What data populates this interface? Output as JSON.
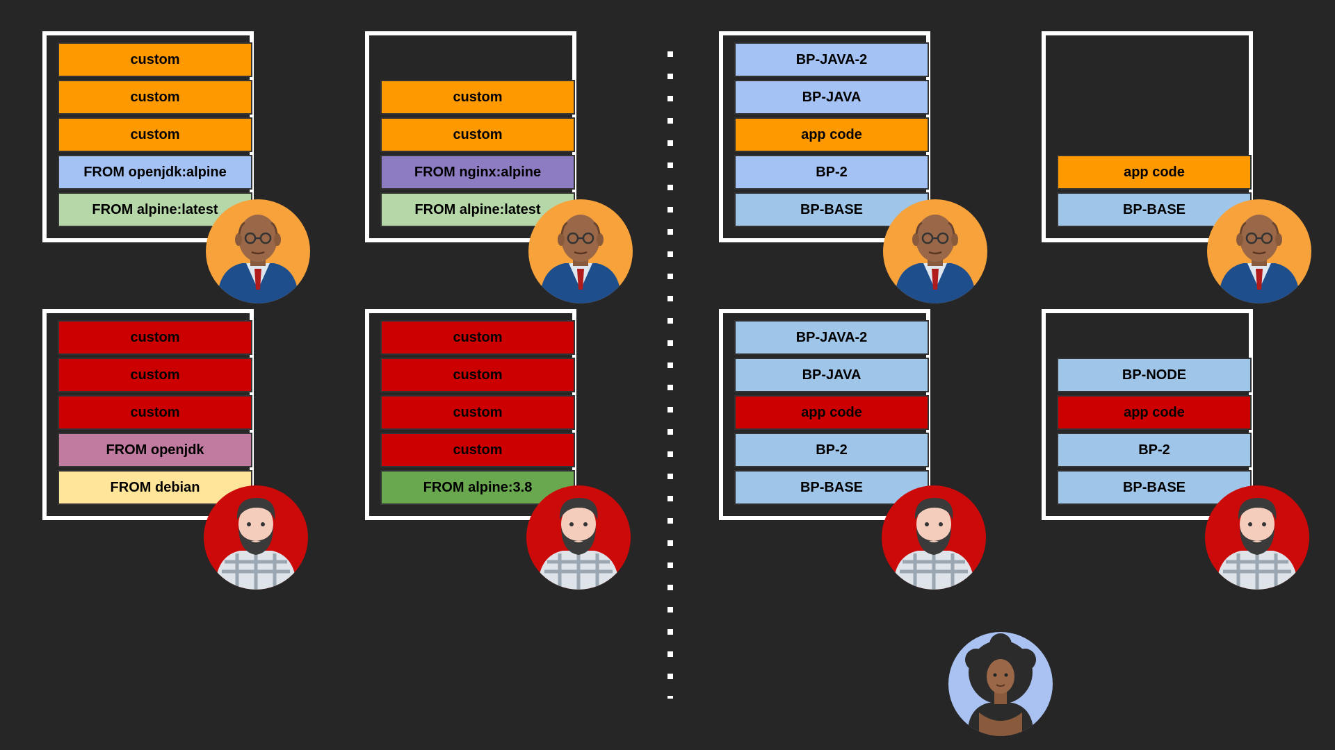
{
  "colors": {
    "background": "#262626",
    "frame": "#ffffff",
    "custom_orange": "#ff9900",
    "custom_red": "#cc0000",
    "buildpack_blue": "#a4c2f4",
    "buildpack_steel": "#9fc5e8",
    "openjdk_alpine_blue": "#a4c2f4",
    "alpine_green": "#b6d7a8",
    "nginx_purple": "#8e7cc3",
    "openjdk_pink": "#c27ba0",
    "debian_yellow": "#ffe599",
    "alpine38_green": "#6aa84f",
    "avatar_orange": "#f7a23b",
    "avatar_red": "#cc0a0a",
    "avatar_blue": "#a9c2f2"
  },
  "frames": [
    {
      "id": "f1",
      "layers": [
        {
          "label": "custom",
          "color": "#ff9900"
        },
        {
          "label": "custom",
          "color": "#ff9900"
        },
        {
          "label": "custom",
          "color": "#ff9900"
        },
        {
          "label": "FROM openjdk:alpine",
          "color": "#a4c2f4"
        },
        {
          "label": "FROM alpine:latest",
          "color": "#b6d7a8"
        }
      ]
    },
    {
      "id": "f2",
      "layers": [
        {
          "label": "custom",
          "color": "#ff9900"
        },
        {
          "label": "custom",
          "color": "#ff9900"
        },
        {
          "label": "FROM nginx:alpine",
          "color": "#8e7cc3"
        },
        {
          "label": "FROM alpine:latest",
          "color": "#b6d7a8"
        }
      ]
    },
    {
      "id": "f3",
      "layers": [
        {
          "label": "BP-JAVA-2",
          "color": "#a4c2f4"
        },
        {
          "label": "BP-JAVA",
          "color": "#a4c2f4"
        },
        {
          "label": "app code",
          "color": "#ff9900"
        },
        {
          "label": "BP-2",
          "color": "#a4c2f4"
        },
        {
          "label": "BP-BASE",
          "color": "#9fc5e8"
        }
      ]
    },
    {
      "id": "f4",
      "layers": [
        {
          "label": "app code",
          "color": "#ff9900"
        },
        {
          "label": "BP-BASE",
          "color": "#9fc5e8"
        }
      ]
    },
    {
      "id": "f5",
      "layers": [
        {
          "label": "custom",
          "color": "#cc0000"
        },
        {
          "label": "custom",
          "color": "#cc0000"
        },
        {
          "label": "custom",
          "color": "#cc0000"
        },
        {
          "label": "FROM openjdk",
          "color": "#c27ba0"
        },
        {
          "label": "FROM debian",
          "color": "#ffe599"
        }
      ]
    },
    {
      "id": "f6",
      "layers": [
        {
          "label": "custom",
          "color": "#cc0000"
        },
        {
          "label": "custom",
          "color": "#cc0000"
        },
        {
          "label": "custom",
          "color": "#cc0000"
        },
        {
          "label": "custom",
          "color": "#cc0000"
        },
        {
          "label": "FROM alpine:3.8",
          "color": "#6aa84f"
        }
      ]
    },
    {
      "id": "f7",
      "layers": [
        {
          "label": "BP-JAVA-2",
          "color": "#9fc5e8"
        },
        {
          "label": "BP-JAVA",
          "color": "#9fc5e8"
        },
        {
          "label": "app code",
          "color": "#cc0000"
        },
        {
          "label": "BP-2",
          "color": "#9fc5e8"
        },
        {
          "label": "BP-BASE",
          "color": "#9fc5e8"
        }
      ]
    },
    {
      "id": "f8",
      "layers": [
        {
          "label": "BP-NODE",
          "color": "#9fc5e8"
        },
        {
          "label": "app code",
          "color": "#cc0000"
        },
        {
          "label": "BP-2",
          "color": "#9fc5e8"
        },
        {
          "label": "BP-BASE",
          "color": "#9fc5e8"
        }
      ]
    }
  ],
  "avatars": [
    {
      "id": "a1",
      "icon": "bald-man-glasses-icon"
    },
    {
      "id": "a2",
      "icon": "bald-man-glasses-icon"
    },
    {
      "id": "a3",
      "icon": "bald-man-glasses-icon"
    },
    {
      "id": "a4",
      "icon": "bald-man-glasses-icon"
    },
    {
      "id": "a5",
      "icon": "bearded-man-icon"
    },
    {
      "id": "a6",
      "icon": "bearded-man-icon"
    },
    {
      "id": "a7",
      "icon": "bearded-man-icon"
    },
    {
      "id": "a8",
      "icon": "bearded-man-icon"
    },
    {
      "id": "a9",
      "icon": "woman-afro-icon"
    }
  ]
}
